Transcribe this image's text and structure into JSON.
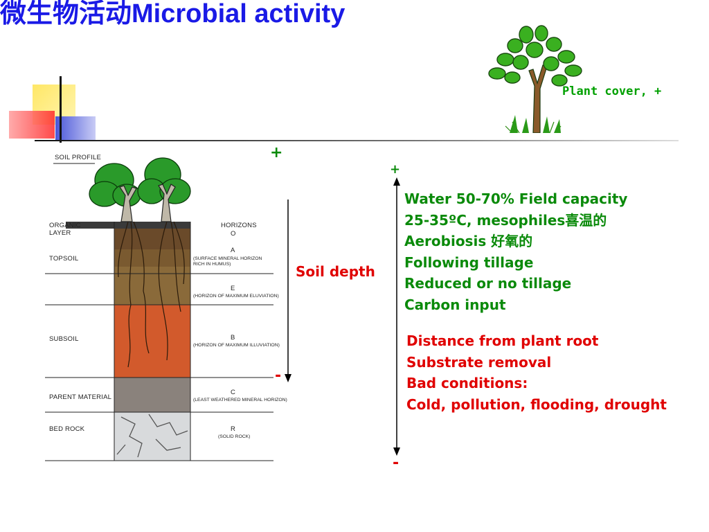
{
  "title": {
    "chinese": "微生物活动",
    "english": "Microbial activity"
  },
  "plant_cover_label": "Plant cover, +",
  "soil_depth": {
    "label": "Soil depth",
    "top_sign": "+",
    "bottom_sign": "-"
  },
  "factor_axis": {
    "top_sign": "+",
    "bottom_sign": "-"
  },
  "positive_factors": [
    "Water 50-70% Field capacity",
    "25-35ºC, mesophiles喜温的",
    "Aerobiosis 好氧的",
    "Following tillage",
    "Reduced or no tillage",
    "Carbon input"
  ],
  "negative_factors": [
    "Distance from plant root",
    "Substrate removal",
    "Bad conditions:",
    "Cold, pollution, flooding, drought"
  ],
  "soil_profile": {
    "heading": "SOIL PROFILE",
    "layer_labels": {
      "organic": [
        "ORGANIC",
        "LAYER"
      ],
      "topsoil": "TOPSOIL",
      "subsoil": "SUBSOIL",
      "parent": "PARENT MATERIAL",
      "bedrock": "BED ROCK"
    },
    "horizons_heading": "HORIZONS",
    "horizons": [
      {
        "letter": "O",
        "desc": ""
      },
      {
        "letter": "A",
        "desc": "(SURFACE MINERAL HORIZON RICH IN HUMUS)"
      },
      {
        "letter": "E",
        "desc": "(HORIZON OF MAXIMUM ELUVIATION)"
      },
      {
        "letter": "B",
        "desc": "(HORIZON OF MAXIMUM ILLUVIATION)"
      },
      {
        "letter": "C",
        "desc": "(LEAST WEATHERED MINERAL HORIZON)"
      },
      {
        "letter": "R",
        "desc": "(SOLID ROCK)"
      }
    ]
  },
  "colors": {
    "title": "#1a1ae6",
    "positive": "#0a8a0a",
    "negative": "#e00000",
    "plant_label": "#00a000"
  }
}
